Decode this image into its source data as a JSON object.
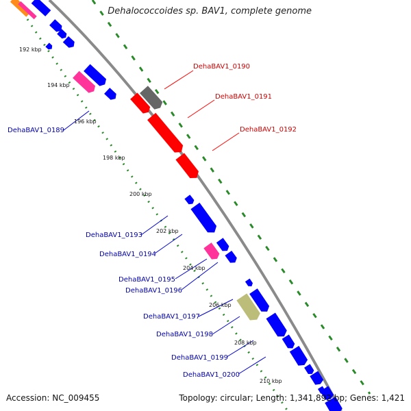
{
  "header": {
    "title": "Dehalococcoides sp. BAV1, complete genome"
  },
  "footer": {
    "accession": "Accession: NC_009455",
    "stats": "Topology: circular; Length: 1,341,892 bp; Genes: 1,421"
  },
  "ticks": [
    "192 kbp",
    "194 kbp",
    "196 kbp",
    "198 kbp",
    "200 kbp",
    "202 kbp",
    "204 kbp",
    "206 kbp",
    "208 kbp",
    "210 kbp"
  ],
  "gene_labels": [
    "DehaBAV1_0190",
    "DehaBAV1_0191",
    "DehaBAV1_0192",
    "DehaBAV1_0189",
    "DehaBAV1_0193",
    "DehaBAV1_0194",
    "DehaBAV1_0195",
    "DehaBAV1_0196",
    "DehaBAV1_0197",
    "DehaBAV1_0198",
    "DehaBAV1_0199",
    "DehaBAV1_0200"
  ],
  "colors": {
    "highlight": "#ff0000",
    "gene": "#0000ff",
    "hypothetical": "#ff3399",
    "gray_gene": "#666666",
    "olive_gene": "#bdbd7a",
    "orange_gene": "#ff8c1a",
    "backbone": "#8a8a8a",
    "gc_dots": "#2a8a2a"
  }
}
